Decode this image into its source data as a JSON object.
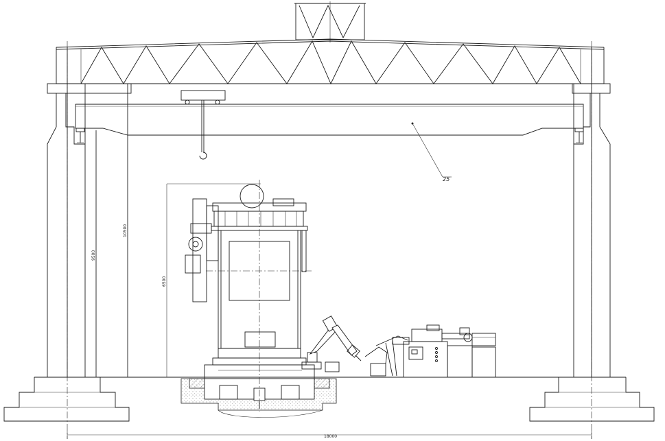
{
  "drawing": {
    "callout_label": "25",
    "dimensions": {
      "total_width": "18000",
      "column_height": "9500",
      "crane_height": "10500",
      "press_height": "6500"
    }
  }
}
